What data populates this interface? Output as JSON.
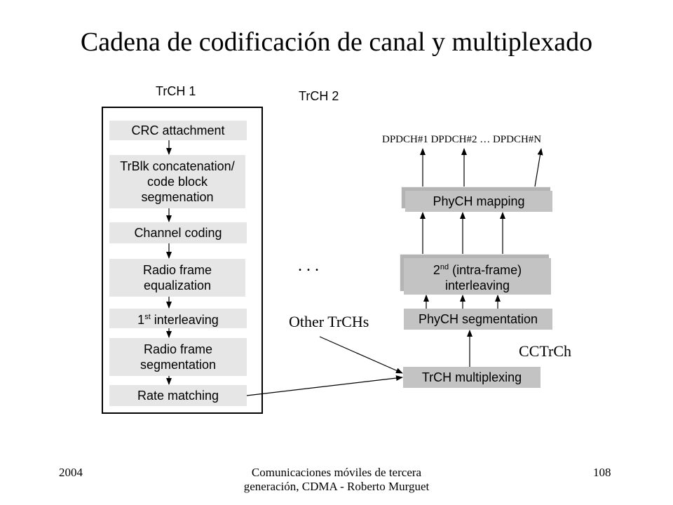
{
  "title": "Cadena de codificación de canal y multiplexado",
  "labels": {
    "trch1": "TrCH 1",
    "trch2": "TrCH 2",
    "dpdch": "DPDCH#1 DPDCH#2 … DPDCH#N",
    "dots": ". . .",
    "other": "Other TrCHs",
    "cctrch": "CCTrCh"
  },
  "chain": [
    "CRC attachment",
    "TrBlk concatenation/ code block segmenation",
    "Channel coding",
    "Radio frame equalization",
    "1st interleaving",
    "Radio frame segmentation",
    "Rate matching"
  ],
  "right": {
    "phych_mapping": "PhyCH mapping",
    "interleaving2_sup": "nd",
    "interleaving2_main": "2",
    "interleaving2_rest": " (intra-frame)",
    "interleaving2_line2": "interleaving",
    "phych_segmentation": "PhyCH segmentation",
    "trch_multiplexing": "TrCH multiplexing"
  },
  "footer": {
    "year": "2004",
    "center": "Comunicaciones móviles de tercera generación, CDMA - Roberto Murguet",
    "page": "108"
  }
}
